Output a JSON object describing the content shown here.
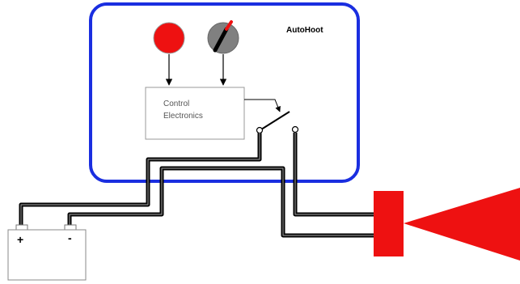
{
  "device": {
    "title": "AutoHoot",
    "frame_color": "#1a2ee0"
  },
  "control": {
    "line1": "Control",
    "line2": "Electronics"
  },
  "battery": {
    "plus": "+",
    "minus": "-"
  },
  "colors": {
    "indicator": "#ee1111",
    "knob": "#808080",
    "horn": "#ee1111",
    "wire": "#000000",
    "box_border": "#999999"
  },
  "icons": [
    "red-indicator-icon",
    "rotary-knob-icon",
    "switch-icon",
    "battery-icon",
    "horn-icon"
  ]
}
